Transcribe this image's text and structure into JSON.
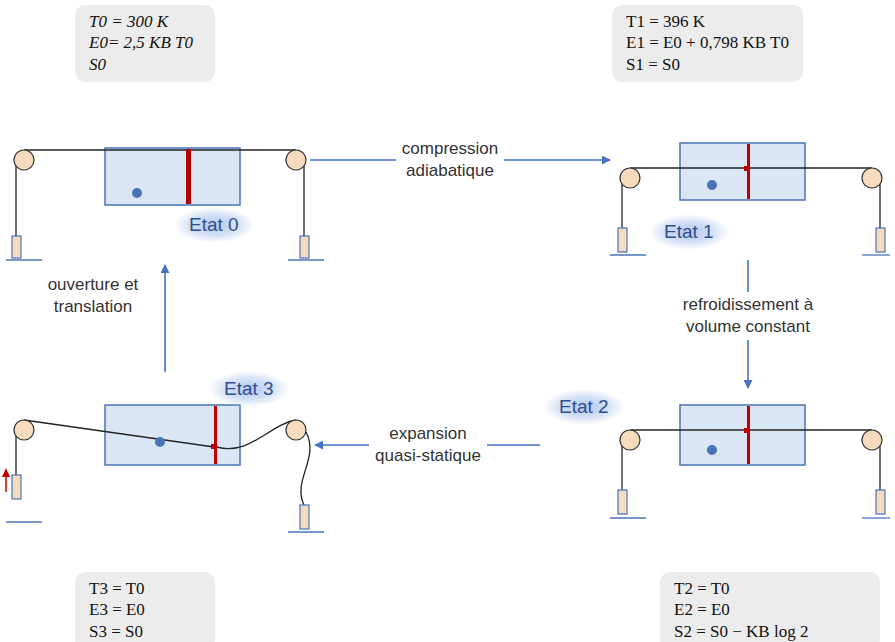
{
  "diagram": {
    "nodes": [
      {
        "text": [
          "T0 = 300 K",
          "E0= 2,5 KB T0",
          "S0"
        ]
      },
      {
        "text": [
          "T1 = 396 K",
          "E1 = E0 + 0,798 KB T0",
          "S1 = S0"
        ]
      },
      {
        "text": [
          "Etat 0"
        ]
      },
      {
        "text": [
          "Etat 1"
        ]
      },
      {
        "text": [
          "Etat 3"
        ]
      },
      {
        "text": [
          "Etat 2"
        ]
      },
      {
        "text": [
          "T3 = T0",
          "E3 = E0",
          "S3 = S0"
        ]
      },
      {
        "text": [
          "T2 = T0",
          "E2 = E0",
          "S2 = S0 − KB log 2"
        ]
      }
    ],
    "edges": [
      {
        "from": 2,
        "to": 3,
        "label": "compression adiabatique",
        "arrow": "to"
      },
      {
        "from": 3,
        "to": 5,
        "label": "refroidissement à volume constant",
        "arrow": "to"
      },
      {
        "from": 5,
        "to": 4,
        "label": "expansion quasi-statique",
        "arrow": "to"
      },
      {
        "from": 4,
        "to": 2,
        "label": "ouverture et translation",
        "arrow": "to"
      }
    ]
  }
}
